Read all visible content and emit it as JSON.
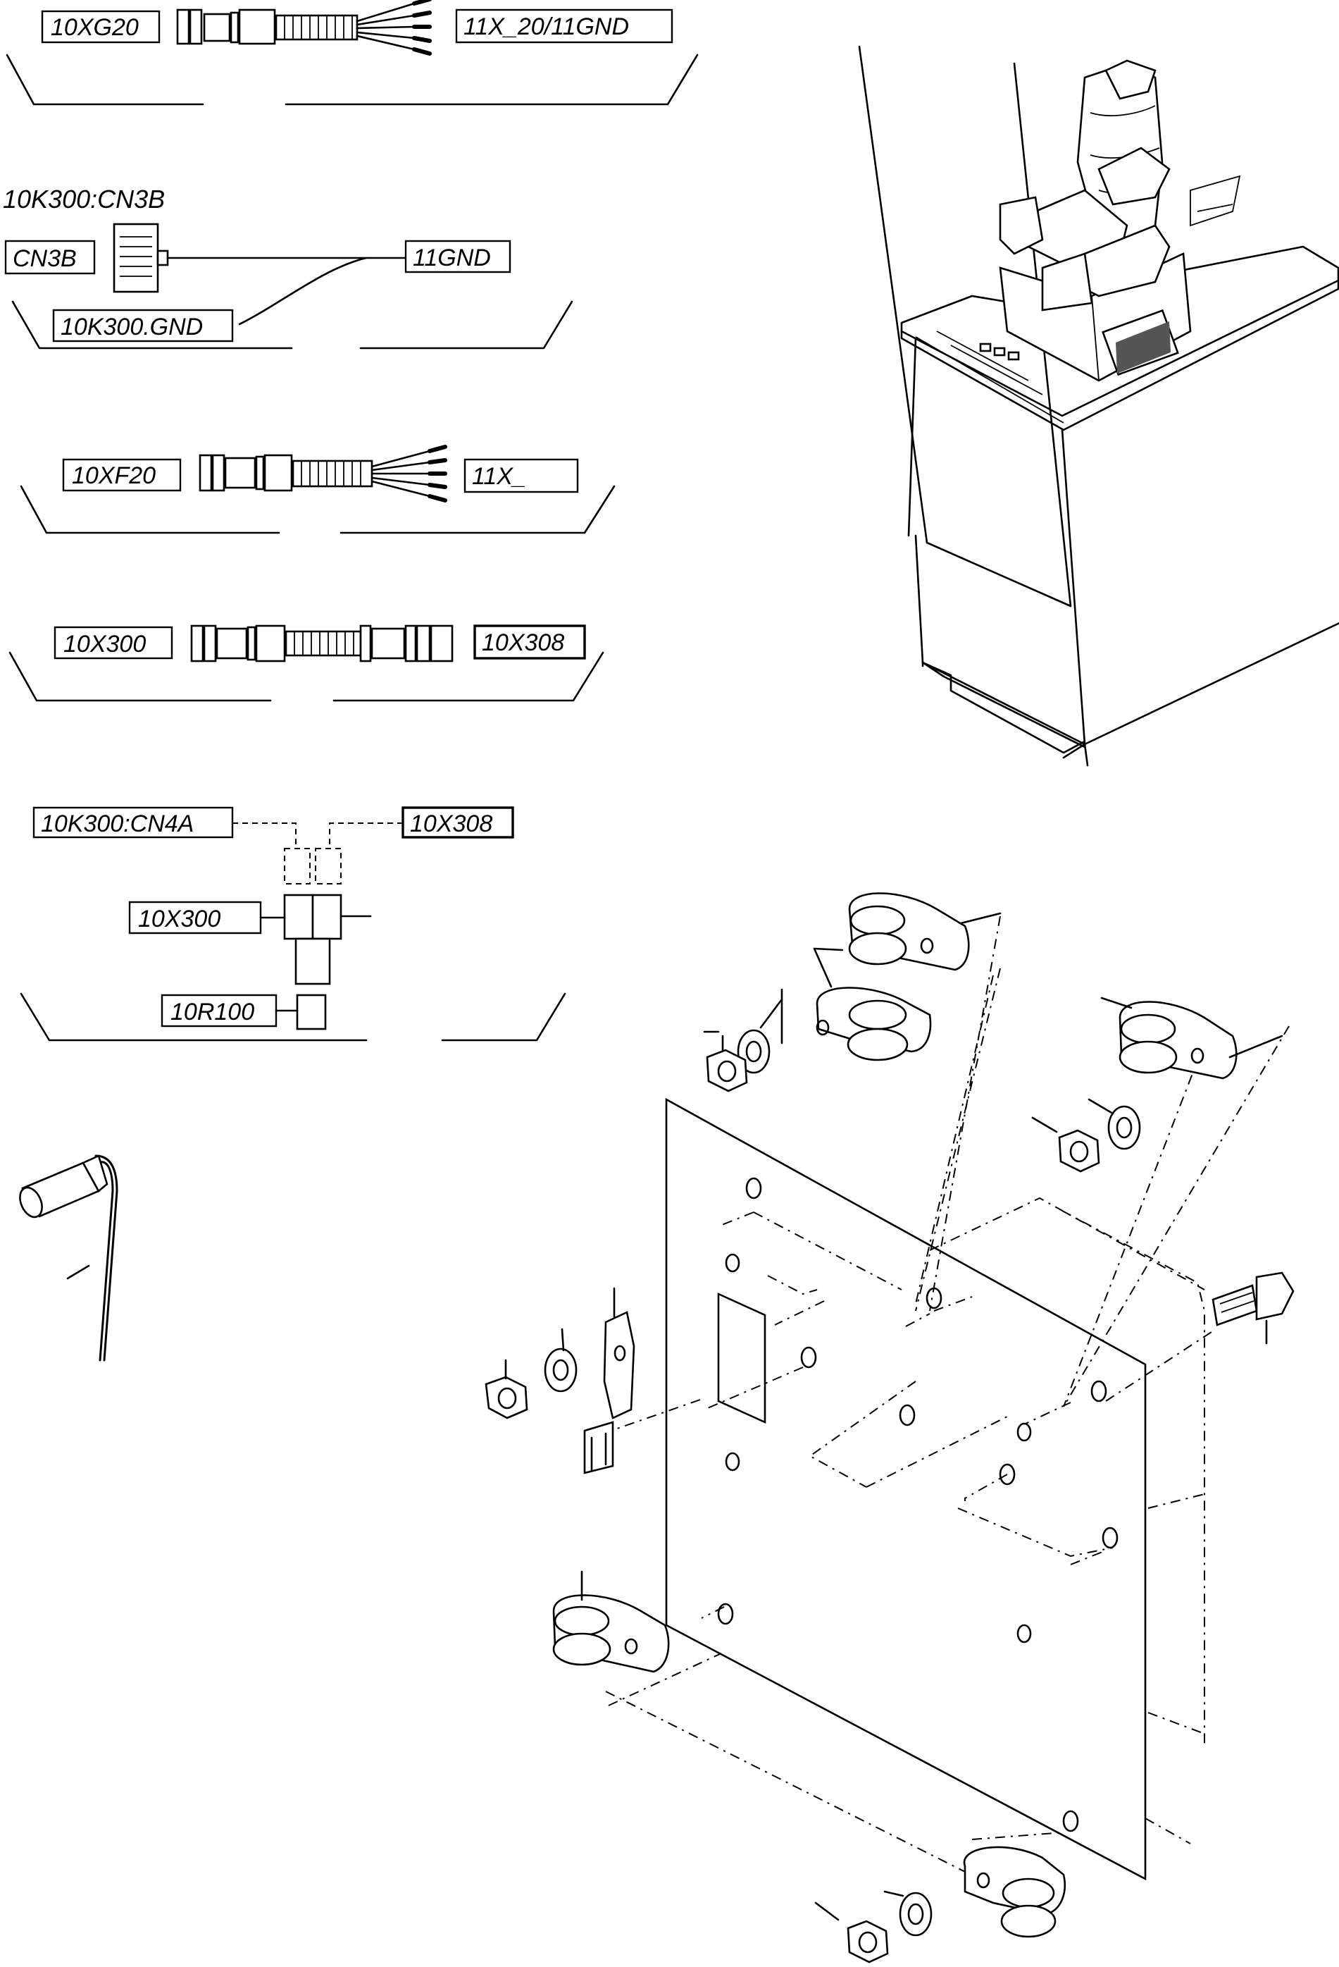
{
  "labels": {
    "xg20": "10XG20",
    "x20gnd": "11X_20/11GND",
    "k300cn3b_title": "10K300:CN3B",
    "cn3b": "CN3B",
    "gnd11": "11GND",
    "k300gnd": "10K300.GND",
    "xf20": "10XF20",
    "x11": "11X_",
    "x300a": "10X300",
    "x308a": "10X308",
    "k300cn4a": "10K300:CN4A",
    "x308b": "10X308",
    "x300b": "10X300",
    "r100": "10R100"
  }
}
